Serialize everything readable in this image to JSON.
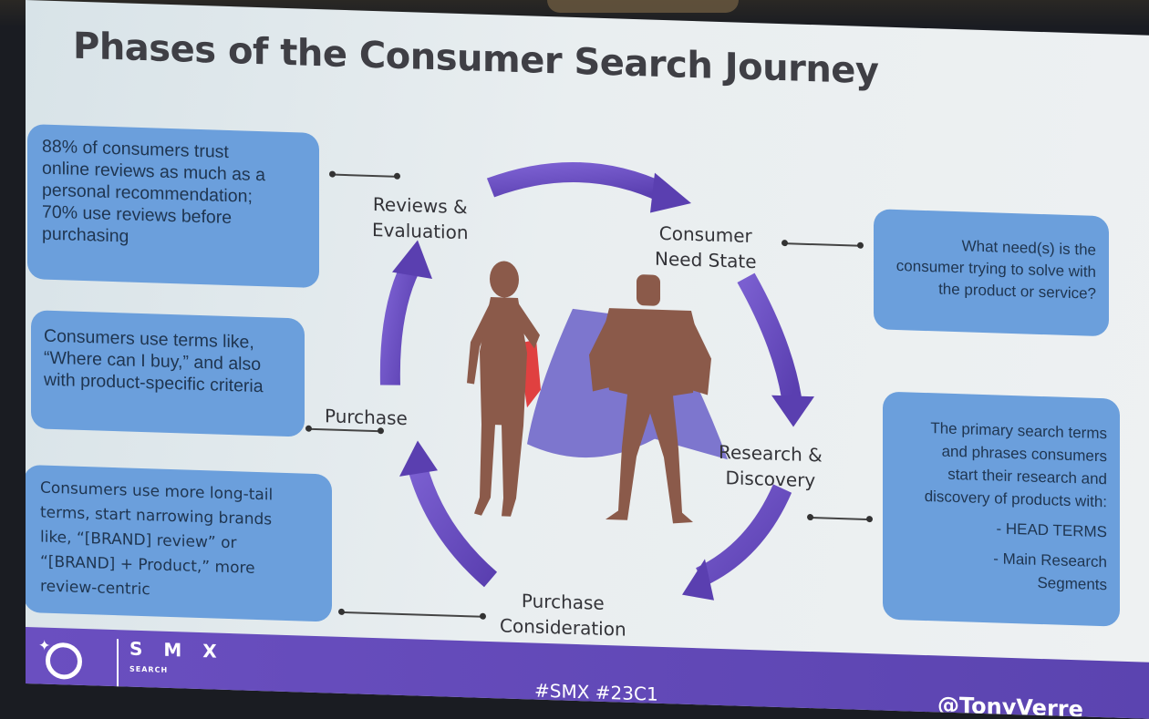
{
  "slide": {
    "title": "Phases of the Consumer Search Journey"
  },
  "boxes": {
    "reviews_note": [
      "88% of consumers trust",
      "online reviews as much as a",
      "personal recommendation;",
      "70% use reviews before",
      "purchasing"
    ],
    "purchase_note": [
      "Consumers use terms like,",
      "“Where can I buy,” and also",
      "with product-specific criteria"
    ],
    "consideration_note": [
      "Consumers use more long-tail",
      "terms, start narrowing brands",
      "like, “[BRAND] review” or",
      "“[BRAND] + Product,” more",
      "review-centric"
    ],
    "need_note": [
      "What need(s) is the",
      "consumer trying to solve with",
      "the product or service?"
    ],
    "research_note": [
      "The primary search terms",
      "and phrases  consumers",
      "start their research and",
      "discovery of products with:"
    ],
    "research_bullets": [
      "-      HEAD TERMS",
      "-      Main Research",
      "Segments"
    ]
  },
  "phases": {
    "reviews": [
      "Reviews &",
      "Evaluation"
    ],
    "need": [
      "Consumer",
      "Need State"
    ],
    "research": [
      "Research &",
      "Discovery"
    ],
    "consideration": [
      "Purchase",
      "Consideration"
    ],
    "purchase": "Purchase"
  },
  "footer": {
    "brand": "S M X",
    "brand_sub": "SEARCH",
    "hashtag": "#SMX #23C1",
    "handle": "@TonyVerre"
  },
  "colors": {
    "box_fill": "#6b9fdc",
    "arrow_purple": "#6a4fc0",
    "footer_purple": "#6a4fc0",
    "silhouette": "#8b5a4a",
    "cape": "#6a60c8"
  }
}
